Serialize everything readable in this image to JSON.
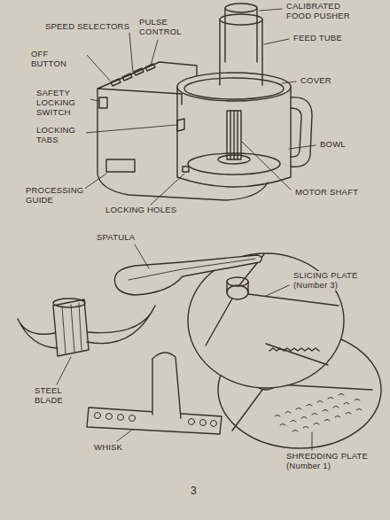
{
  "diagram": {
    "labels": [
      "CALIBRATED FOOD PUSHER",
      "SPEED SELECTORS",
      "PULSE CONTROL",
      "FEED TUBE",
      "OFF BUTTON",
      "COVER",
      "SAFETY LOCKING SWITCH",
      "LOCKING TABS",
      "BOWL",
      "MOTOR SHAFT",
      "PROCESSING GUIDE",
      "LOCKING HOLES",
      "SPATULA",
      "SLICING PLATE (Number 3)",
      "STEEL BLADE",
      "WHISK",
      "SHREDDING PLATE (Number 1)",
      "3"
    ]
  }
}
